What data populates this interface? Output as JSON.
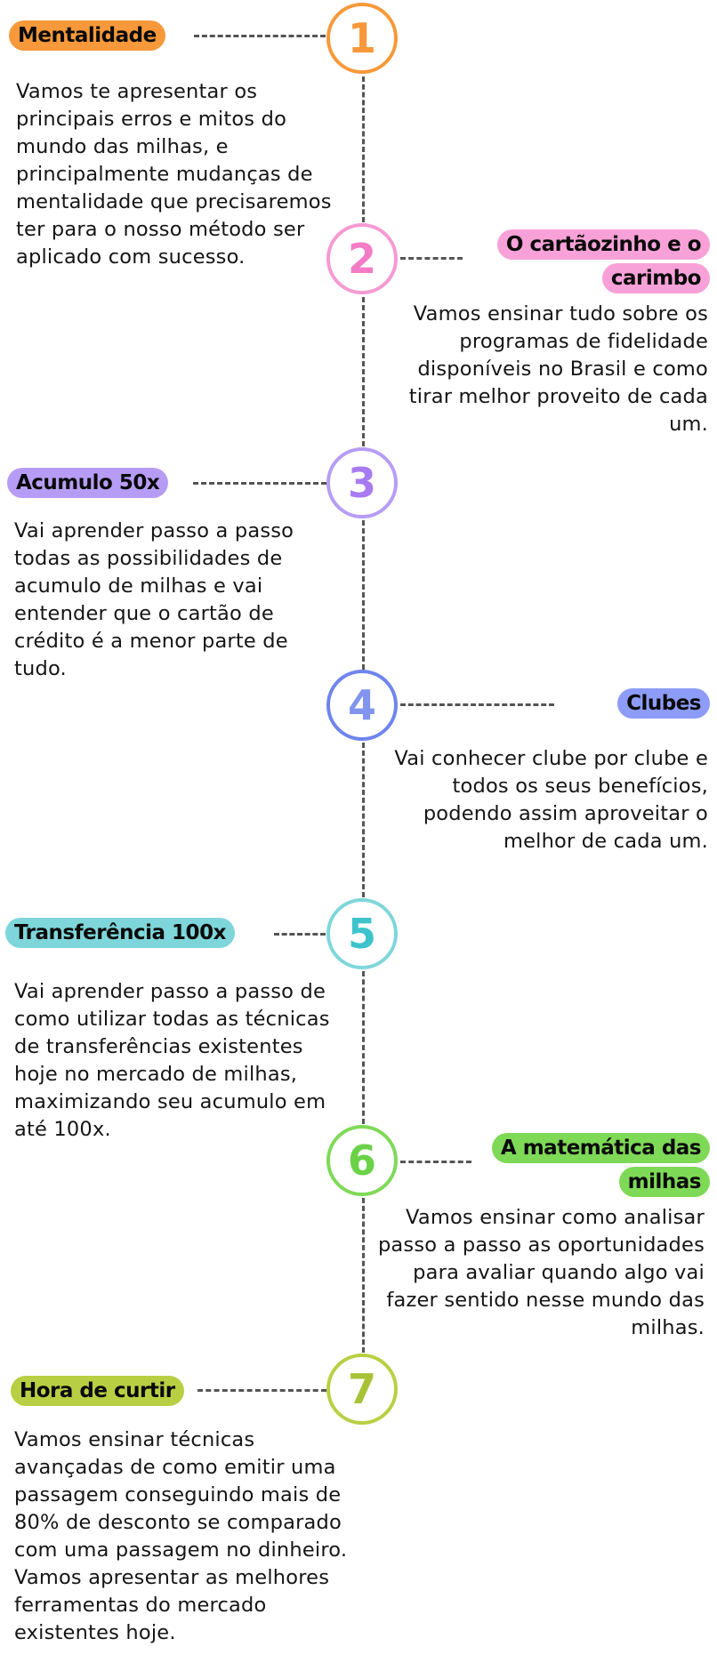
{
  "steps": [
    {
      "number": "1",
      "title": "Mentalidade",
      "description": "Vamos te apresentar os principais erros e mitos do mundo das milhas, e principalmente mudanças de mentalidade que precisaremos ter para o nosso método ser aplicado com sucesso.",
      "color": "#F7993A",
      "side": "left"
    },
    {
      "number": "2",
      "title": "O cartãozinho e o carimbo",
      "description": "Vamos ensinar tudo sobre os programas de fidelidade disponíveis no Brasil e como tirar melhor proveito de cada um.",
      "color": "#F8A1D8",
      "accent": "#F47CC7",
      "side": "right"
    },
    {
      "number": "3",
      "title": "Acumulo 50x",
      "description": "Vai aprender passo a passo todas as possibilidades de acumulo de milhas e vai entender que o cartão de crédito é a menor parte de tudo.",
      "color": "#B79CF5",
      "accent": "#A77BF2",
      "side": "left"
    },
    {
      "number": "4",
      "title": "Clubes",
      "description": "Vai conhecer clube por clube e todos os seus benefícios, podendo assim aproveitar o melhor de cada um.",
      "color": "#8C9CF8",
      "accent": "#6F84EE",
      "side": "right"
    },
    {
      "number": "5",
      "title": "Transferência 100x",
      "description": "Vai aprender passo a passo de como utilizar todas as técnicas de transferências existentes hoje no mercado de milhas, maximizando seu acumulo em até 100x.",
      "color": "#7ED6DA",
      "accent": "#3EC3CC",
      "side": "left"
    },
    {
      "number": "6",
      "title": "A matemática das milhas",
      "description": "Vamos ensinar como analisar passo a passo as oportunidades para avaliar quando algo vai fazer sentido nesse mundo das milhas.",
      "color": "#7ED957",
      "accent": "#6BD147",
      "side": "right"
    },
    {
      "number": "7",
      "title": "Hora de curtir",
      "description": "Vamos ensinar técnicas avançadas de como emitir uma passagem conseguindo mais de 80% de desconto se comparado com uma passagem no dinheiro. Vamos apresentar as melhores ferramentas do mercado existentes hoje.",
      "color": "#B9CF43",
      "accent": "#A8C236",
      "side": "left"
    }
  ]
}
